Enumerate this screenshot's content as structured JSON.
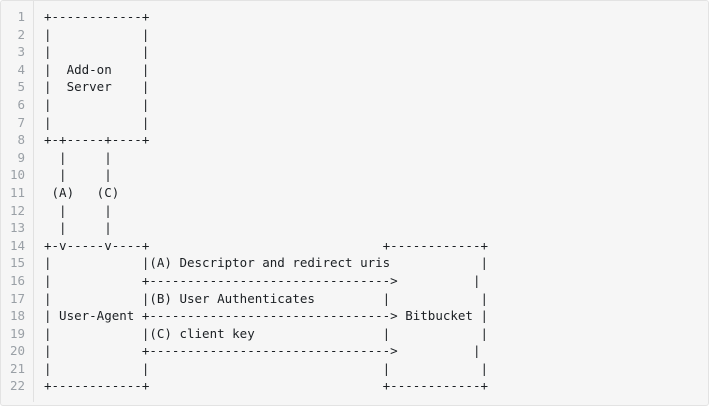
{
  "view": {
    "type": "code-block",
    "language": "ascii-diagram",
    "background_color": "#f6f6f6",
    "border_color": "#e3e3e3",
    "text_color": "#1b1f23",
    "line_number_color": "#9aa0a6",
    "total_lines": 22
  },
  "gutter": {
    "line_numbers": [
      "1",
      "2",
      "3",
      "4",
      "5",
      "6",
      "7",
      "8",
      "9",
      "10",
      "11",
      "12",
      "13",
      "14",
      "15",
      "16",
      "17",
      "18",
      "19",
      "20",
      "21",
      "22"
    ]
  },
  "diagram": {
    "title": "Add-on Server / User-Agent / Bitbucket OAuth flow",
    "participants": [
      "Add-on Server",
      "User-Agent",
      "Bitbucket"
    ],
    "flow_labels": [
      "(A)",
      "(C)",
      "(A) Descriptor and redirect uris",
      "(B) User Authenticates",
      "(C) client key"
    ],
    "lines": [
      "   +------------+",
      "   |            |",
      "   |            |",
      "   |  Add-on    |",
      "   |  Server    |",
      "   |            |",
      "   |            |",
      "   +-+-----+----+",
      "     |     |",
      "     |     |",
      "    (A)   (C)",
      "     |     |",
      "     |     |",
      "   +-v-----v----+                           +------------+",
      "   |            |(A) Descriptor and redirect uris         |",
      "   |            +---------------------------------------->|",
      "   |            |(B) User Authenticates     |            |",
      "   | User-Agent +----------------------------------------> Bitbucket  |",
      "   |            |(C) client key             |            |",
      "   |            +---------------------------------------->|",
      "   |            |                           |            |",
      "   +------------+                           +------------+"
    ],
    "rendered_lines": [
      "+------------+",
      "|            |",
      "|            |",
      "|  Add-on    |",
      "|  Server    |",
      "|            |",
      "|            |",
      "+-+-----+----+",
      "  |     |",
      "  |     |",
      " (A)   (C)",
      "  |     |",
      "  |     |",
      "+-v-----v----+                        +------------+",
      "|            |(A) Descriptor and redirect uris      |",
      "|            +------------------------------------->|",
      "|            |(B) User Authenticates  |             |",
      "| User-Agent +-------------------------------------> Bitbucket  |",
      "|            |(C) client key          |             |",
      "|            +------------------------------------->|",
      "|            |                        |             |",
      "+------------+                        +------------+"
    ]
  },
  "code": {
    "l1": "+------------+",
    "l2": "|            |",
    "l3": "|            |",
    "l4": "|  Add-on    |",
    "l5": "|  Server    |",
    "l6": "|            |",
    "l7": "|            |",
    "l8": "+-+-----+----+",
    "l9": "  |     |",
    "l10": "  |     |",
    "l11": " (A)   (C)",
    "l12": "  |     |",
    "l13": "  |     |",
    "l14": "+-v-----v----+                               +------------+",
    "l15": "|            |(A) Descriptor and redirect uris            |",
    "l16": "|            +-------------------------------->          |",
    "l17": "|            |(B) User Authenticates         |            |",
    "l18": "| User-Agent +--------------------------------> Bitbucket |",
    "l19": "|            |(C) client key                 |            |",
    "l20": "|            +-------------------------------->          |",
    "l21": "|            |                               |            |",
    "l22": "+------------+                               +------------+"
  }
}
